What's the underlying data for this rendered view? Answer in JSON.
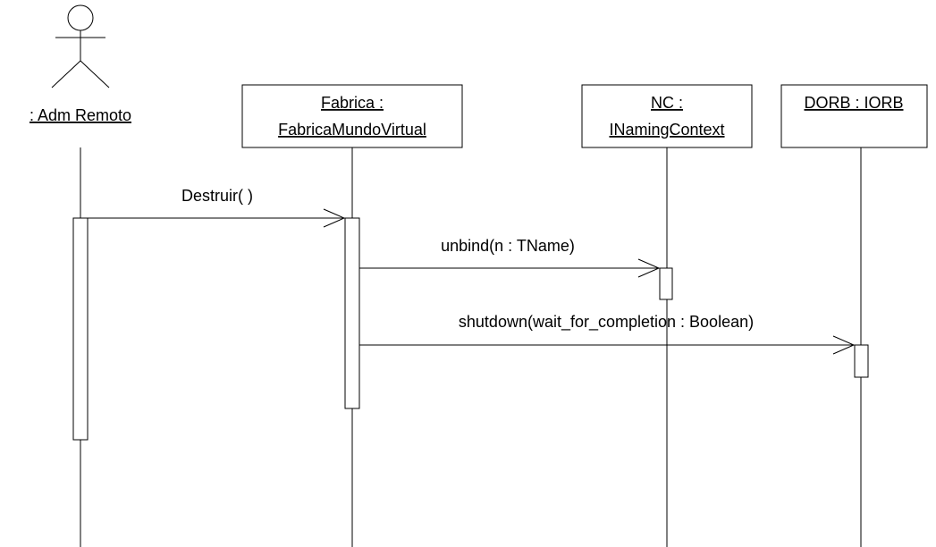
{
  "actor": {
    "label": ": Adm Remoto"
  },
  "objects": [
    {
      "line1": "Fabrica :",
      "line2": "FabricaMundoVirtual"
    },
    {
      "line1": "NC :",
      "line2": "INamingContext"
    },
    {
      "line1": "DORB : IORB",
      "line2": ""
    }
  ],
  "messages": [
    {
      "label": "Destruir( )"
    },
    {
      "label": "unbind(n : TName)"
    },
    {
      "label": "shutdown(wait_for_completion : Boolean)"
    }
  ]
}
